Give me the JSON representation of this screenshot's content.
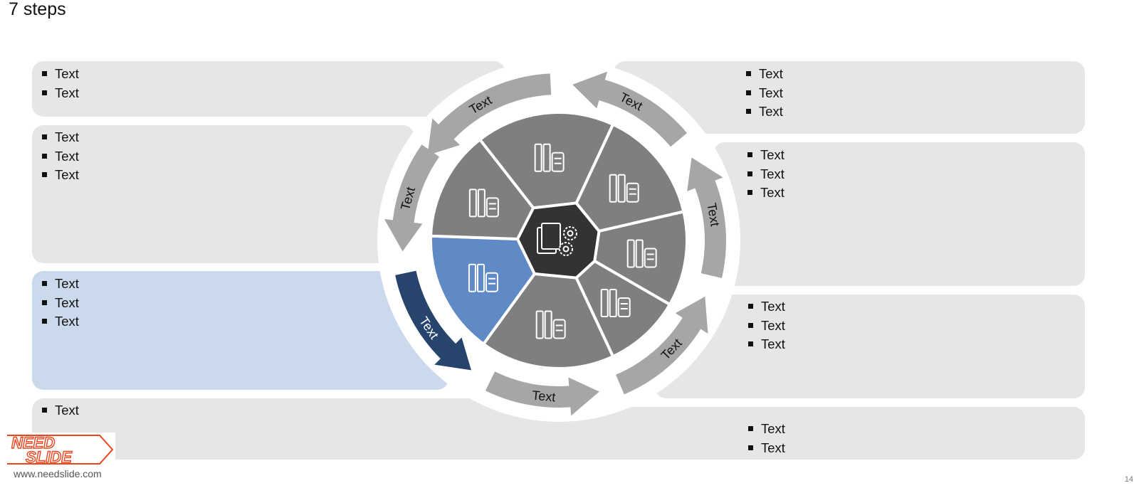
{
  "title": "7 steps",
  "left_panels": [
    {
      "bullets": [
        "Text",
        "Text"
      ]
    },
    {
      "bullets": [
        "Text",
        "Text",
        "Text"
      ]
    },
    {
      "bullets": [
        "Text",
        "Text",
        "Text"
      ]
    },
    {
      "bullets": [
        "Text"
      ]
    }
  ],
  "right_panels": [
    {
      "bullets": [
        "Text",
        "Text",
        "Text"
      ]
    },
    {
      "bullets": [
        "Text",
        "Text",
        "Text"
      ]
    },
    {
      "bullets": [
        "Text",
        "Text",
        "Text"
      ]
    },
    {
      "bullets": [
        "Text",
        "Text"
      ]
    }
  ],
  "cycle_steps": [
    {
      "label": "Text",
      "icon": "binders-coins-icon",
      "active": false
    },
    {
      "label": "Text",
      "icon": "documents-icon",
      "active": false
    },
    {
      "label": "Text",
      "icon": "id-cards-icon",
      "active": false
    },
    {
      "label": "Text",
      "icon": "binder-calculator-icon",
      "active": false
    },
    {
      "label": "Text",
      "icon": "download-coins-icon",
      "active": false
    },
    {
      "label": "Text",
      "icon": "upload-binders-icon",
      "active": true
    },
    {
      "label": "Text",
      "icon": "phone-check-icon",
      "active": false
    }
  ],
  "center_icon": "gears-documents-icon",
  "colors": {
    "panel": "#e6e6e6",
    "panel_highlight": "#cbd9ec",
    "arrow": "#a6a6a6",
    "arrow_active": "#27446d",
    "wedge": "#7f7f7f",
    "wedge_active": "#5f8ac6",
    "center": "#333333",
    "logo_red": "#e8461e"
  },
  "logo": {
    "line1": "NEED",
    "line2": "SLIDE"
  },
  "footer": {
    "url": "www.needslide.com",
    "page_number": "14"
  }
}
